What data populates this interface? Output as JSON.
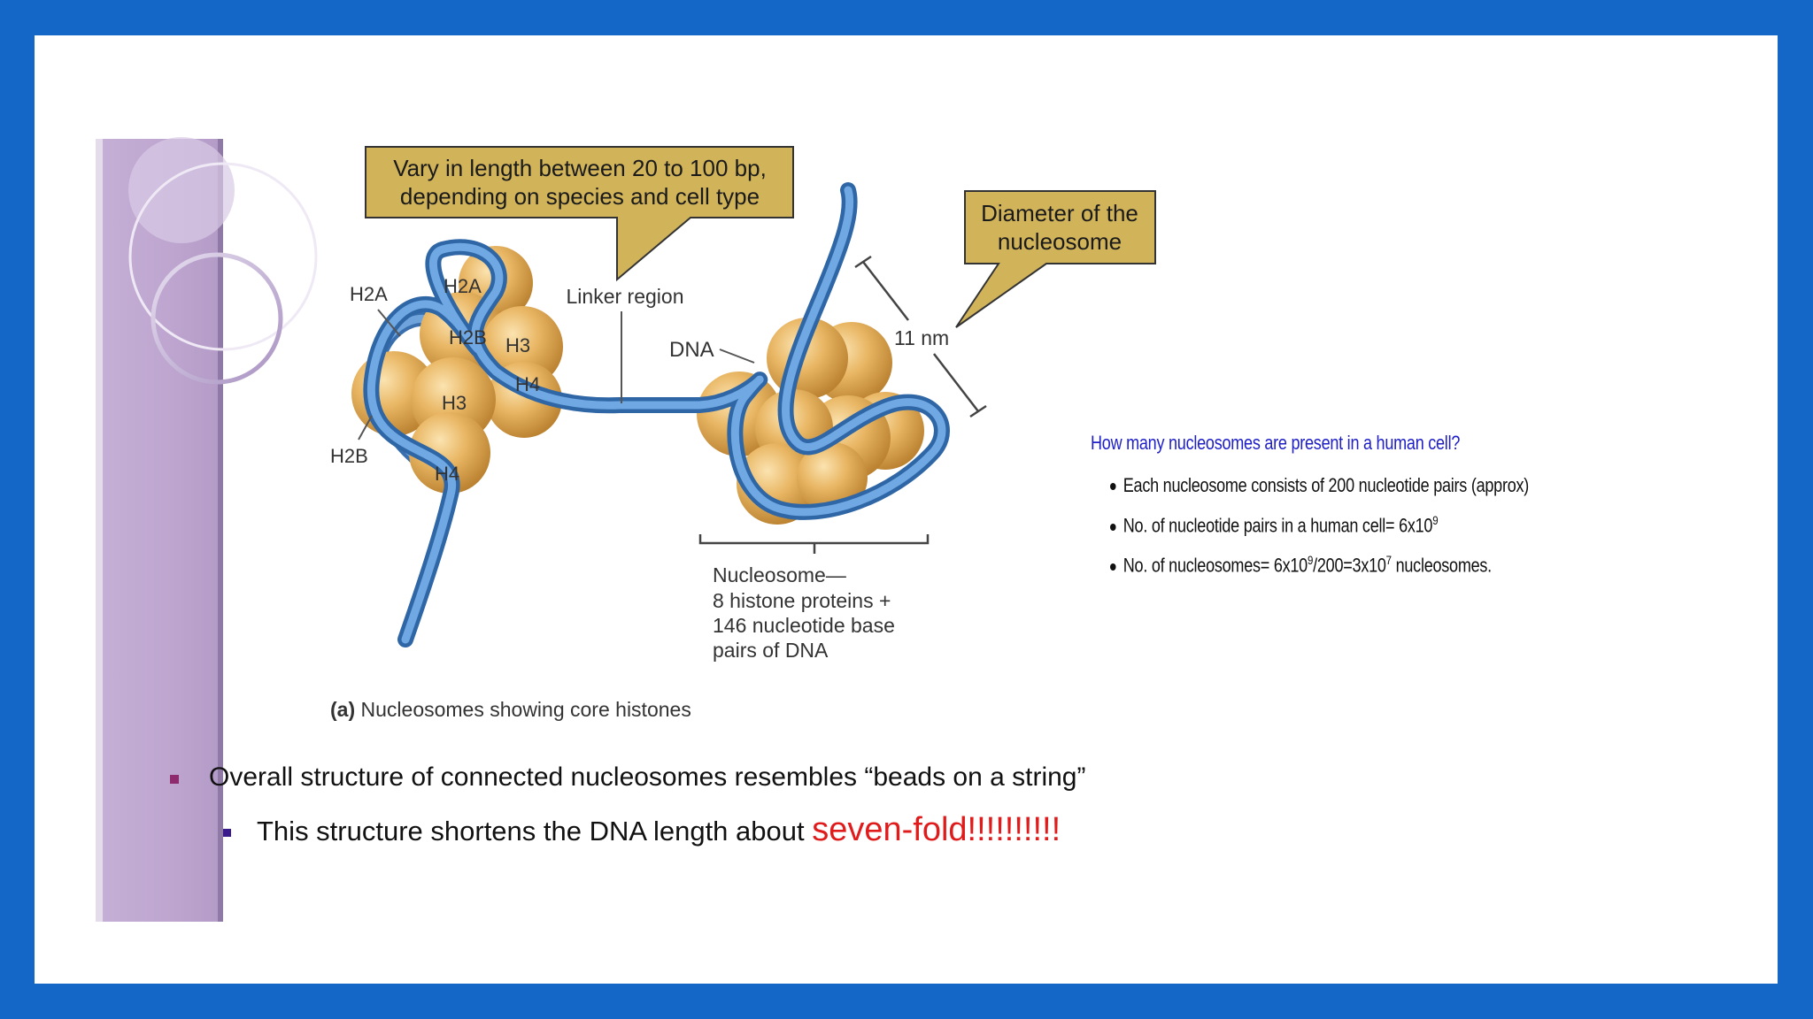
{
  "colors": {
    "frame": "#1467c6",
    "dna": "#4a86c8",
    "histone": "#e6b05c",
    "callout": "#d1b35a",
    "question": "#1f1fc8",
    "emphasis": "#e01b1b"
  },
  "diagram": {
    "callout_linker": {
      "line1": "Vary in length between 20 to 100 bp,",
      "line2": "depending on species and cell type"
    },
    "callout_diameter": {
      "line1": "Diameter of the",
      "line2": "nucleosome"
    },
    "labels": {
      "linker_region": "Linker region",
      "dna": "DNA",
      "diameter": "11 nm",
      "h2a_out": "H2A",
      "h2a_in": "H2A",
      "h2b_top": "H2B",
      "h3_right": "H3",
      "h4_right": "H4",
      "h3_mid": "H3",
      "h2b_out": "H2B",
      "h4_bottom": "H4"
    },
    "nucleosome_caption": {
      "line1": "Nucleosome—",
      "line2": "8 histone proteins +",
      "line3": "146 nucleotide base",
      "line4": "pairs of DNA"
    },
    "figure_caption": {
      "tag": "(a)",
      "text": " Nucleosomes showing core histones"
    }
  },
  "side": {
    "question": "How many nucleosomes are present in a human cell?",
    "items": [
      {
        "text": "Each nucleosome consists of 200 nucleotide pairs (approx)"
      },
      {
        "pre": "No. of nucleotide pairs in a human cell= 6x10",
        "sup": "9"
      },
      {
        "pre": "No. of nucleosomes= 6x10",
        "sup": "9",
        "mid": "/200=3x10",
        "sup2": "7",
        "post": " nucleosomes."
      }
    ]
  },
  "bullets": {
    "main": "Overall structure of connected nucleosomes resembles “beads on a string”",
    "sub": "This structure shortens the DNA length about ",
    "emphasis": "seven-fold!!!!!!!!!!"
  }
}
